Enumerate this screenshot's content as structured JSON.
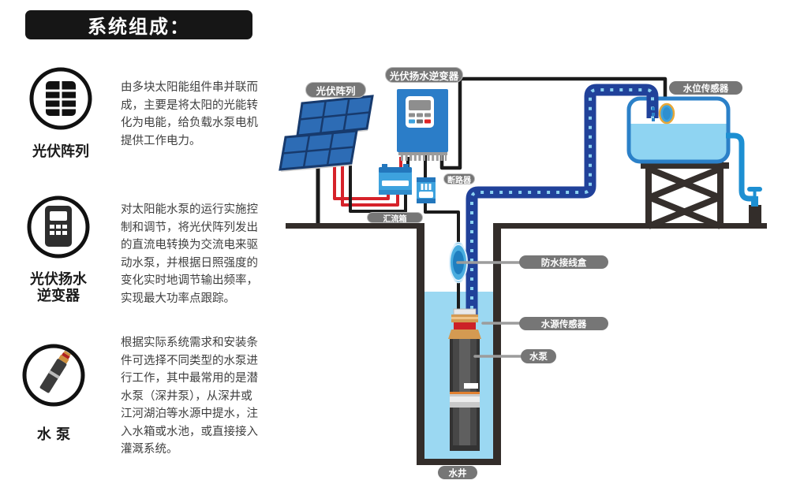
{
  "title": "系统组成：",
  "left_sections": [
    {
      "label": "光伏阵列",
      "lines": [
        "由多块太阳能组件串并联而",
        "成，主要是将太阳的光能转",
        "化为电能，给负载水泵电机",
        "提供工作电力。"
      ]
    },
    {
      "label": "光伏扬水\n逆变器",
      "lines": [
        "对太阳能水泵的运行实施控",
        "制和调节，将光伏阵列发出",
        "的直流电转换为交流电来驱",
        "动水泵，并根据日照强度的",
        "变化实时地调节输出频率，",
        "实现最大功率点跟踪。"
      ]
    },
    {
      "label": "水 泵",
      "lines": [
        "根据实际系统需求和安装条",
        "件可选择不同类型的水泵进",
        "行工作，其中最常用的是潜",
        "水泵（深井泵），从深井或",
        "江河湖泊等水源中提水，注",
        "入水箱或水池，或直接接入",
        "灌溉系统。"
      ]
    }
  ],
  "diagram": {
    "pv_array": "光伏阵列",
    "inverter": "光伏扬水逆变器",
    "breaker": "断路器",
    "combiner": "汇流箱",
    "water_level_sensor": "水位传感器",
    "junction_box": "防水接线盒",
    "water_source_sensor": "水源传感器",
    "pump": "水泵",
    "well": "水井"
  },
  "colors": {
    "device_blue": "#2b7dc8",
    "light_blue_box": "#3da2de",
    "wire_red": "#d6222a",
    "wire_black": "#1b1b1b",
    "pipe_navy": "#20419a",
    "pipe_dash": "#8ad1f0",
    "water": "#8fd4f2",
    "tank_outline": "#2b80c8",
    "label_gray": "#767676",
    "ground_dark": "#332d2a",
    "sensor_gold": "#e8a838"
  }
}
